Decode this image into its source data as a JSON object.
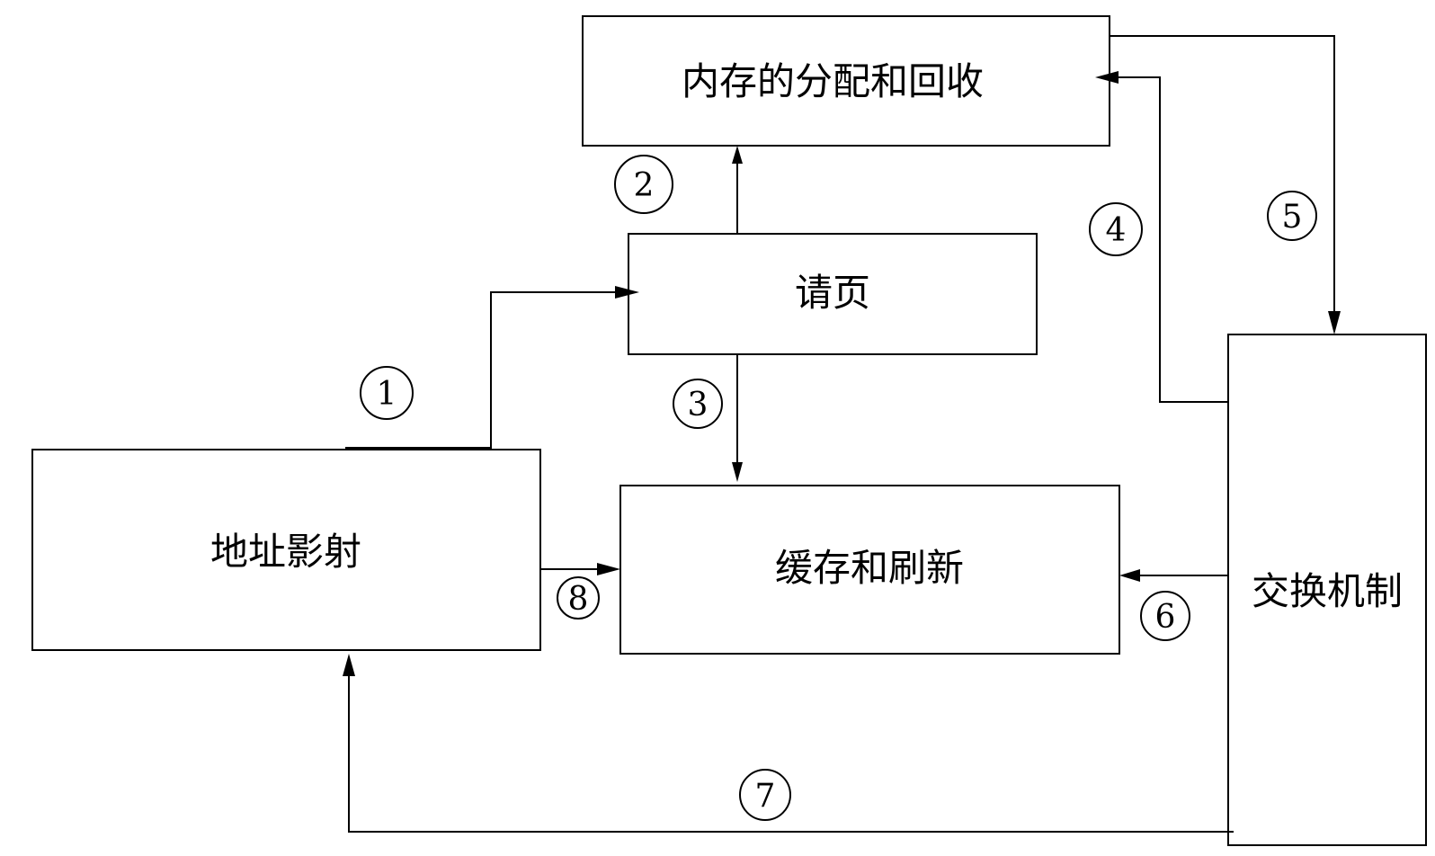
{
  "nodes": {
    "alloc": {
      "label": "内存的分配和回收"
    },
    "page_request": {
      "label": "请页"
    },
    "address_mapping": {
      "label": "地址影射"
    },
    "cache_refresh": {
      "label": "缓存和刷新"
    },
    "swap": {
      "label": "交换机制"
    }
  },
  "edges": [
    {
      "id": "1",
      "from": "address_mapping",
      "to": "page_request"
    },
    {
      "id": "2",
      "from": "page_request",
      "to": "alloc"
    },
    {
      "id": "3",
      "from": "page_request",
      "to": "cache_refresh"
    },
    {
      "id": "4",
      "from": "swap",
      "to": "alloc"
    },
    {
      "id": "5",
      "from": "alloc",
      "to": "swap"
    },
    {
      "id": "6",
      "from": "swap",
      "to": "cache_refresh"
    },
    {
      "id": "7",
      "from": "swap",
      "to": "address_mapping"
    },
    {
      "id": "8",
      "from": "address_mapping",
      "to": "cache_refresh"
    }
  ],
  "colors": {
    "stroke": "#000000",
    "background": "#ffffff"
  }
}
